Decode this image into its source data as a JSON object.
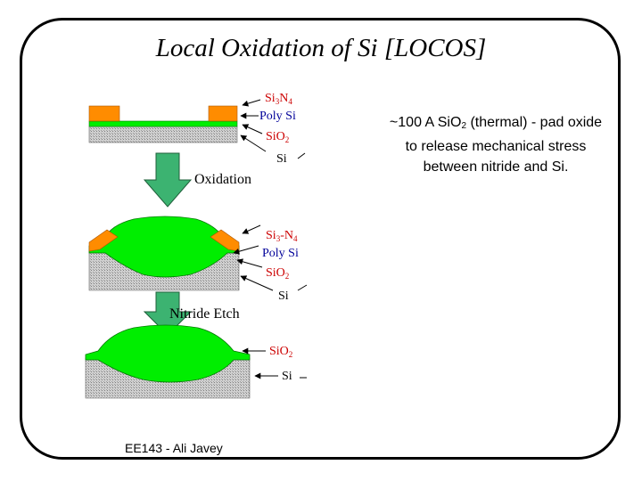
{
  "slide": {
    "title": "Local Oxidation of Si [LOCOS]",
    "footer": "EE143 - Ali Javey"
  },
  "note": {
    "line1_a": "~100 A SiO",
    "line1_sub": "2",
    "line1_b": " (thermal) - pad oxide",
    "line2": "to release mechanical stress",
    "line3": "between nitride and Si."
  },
  "steps": [
    {
      "label": "Oxidation"
    },
    {
      "label": "Nitride Etch"
    }
  ],
  "diagram1": {
    "nitride_main": "Si",
    "nitride_sub1": "3",
    "nitride_mid": "N",
    "nitride_sub2": "4",
    "poly": "Poly Si",
    "oxide_main": "SiO",
    "oxide_sub": "2",
    "si": "Si"
  },
  "diagram2": {
    "nitride_main": "Si",
    "nitride_sub1": "3",
    "nitride_mid": "-N",
    "nitride_sub2": "4",
    "poly": "Poly Si",
    "oxide_main": "SiO",
    "oxide_sub": "2",
    "si": "Si"
  },
  "diagram3": {
    "oxide_main": "SiO",
    "oxide_sub": "2",
    "si": "Si"
  },
  "colors": {
    "nitride": "#FF8C00",
    "oxide": "#00EE00",
    "arrow_fill": "#3CB371",
    "substrate": "#C8C8C8",
    "label_red": "#CC0000",
    "label_blue": "#000099"
  }
}
